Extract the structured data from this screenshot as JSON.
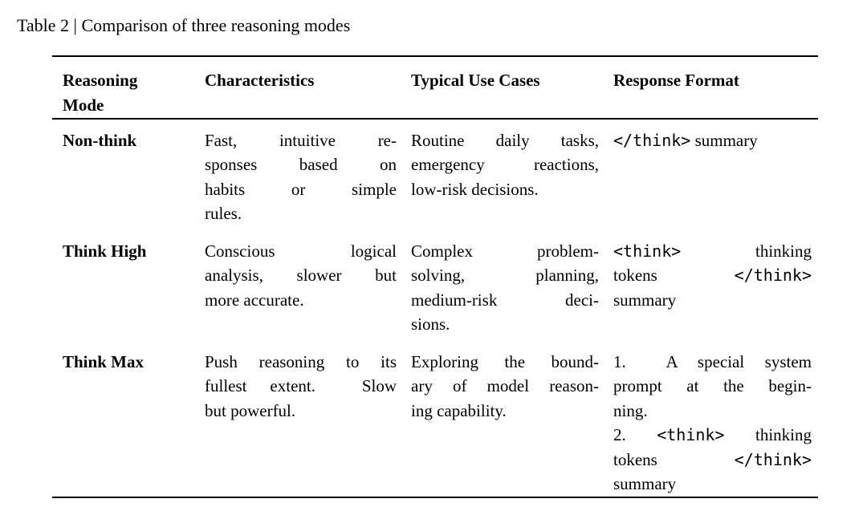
{
  "page": {
    "background_color": "#ffffff",
    "text_color": "#000000",
    "rule_color": "#000000"
  },
  "caption": {
    "text": "Table 2 | Comparison of three reasoning modes"
  },
  "table": {
    "columns": [
      {
        "id": "reasoning-mode",
        "label": "Reasoning Mode",
        "lines": [
          "Reasoning",
          "Mode"
        ]
      },
      {
        "id": "characteristics",
        "label": "Characteristics",
        "lines": [
          "Characteristics"
        ]
      },
      {
        "id": "typical-use-cases",
        "label": "Typical Use Cases",
        "lines": [
          "Typical Use Cases"
        ]
      },
      {
        "id": "response-format",
        "label": "Response Format",
        "lines": [
          "Response Format"
        ]
      }
    ],
    "rows": [
      {
        "mode": "Non-think",
        "characteristics_text": "Fast, intuitive responses based on habits or simple rules.",
        "characteristics": [
          {
            "j": 1,
            "t": "Fast, intuitive re-"
          },
          {
            "j": 1,
            "t": "sponses based on"
          },
          {
            "j": 1,
            "t": "habits or simple"
          },
          {
            "t": "rules."
          }
        ],
        "use_cases_text": "Routine daily tasks, emergency reactions, low-risk decisions.",
        "use_cases": [
          {
            "j": 1,
            "t": "Routine daily tasks,"
          },
          {
            "j": 1,
            "t": "emergency reactions,"
          },
          {
            "t": "low-risk decisions."
          }
        ],
        "response_format_text": "</think> summary",
        "response_format": [
          {
            "segs": [
              {
                "m": 1,
                "t": "</think>"
              },
              {
                "t": " summary"
              }
            ]
          }
        ]
      },
      {
        "mode": "Think High",
        "characteristics_text": "Conscious logical analysis, slower but more accurate.",
        "characteristics": [
          {
            "j": 1,
            "t": "Conscious logical"
          },
          {
            "j": 1,
            "t": "analysis, slower but"
          },
          {
            "t": "more accurate."
          }
        ],
        "use_cases_text": "Complex problem-solving, planning, medium-risk decisions.",
        "use_cases": [
          {
            "j": 1,
            "t": "Complex problem-"
          },
          {
            "j": 1,
            "t": "solving, planning,"
          },
          {
            "j": 1,
            "t": "medium-risk deci-"
          },
          {
            "t": "sions."
          }
        ],
        "response_format_text": "<think> thinking tokens </think> summary",
        "response_format": [
          {
            "j": 1,
            "segs": [
              {
                "m": 1,
                "t": "<think>"
              },
              {
                "t": " thinking"
              }
            ]
          },
          {
            "j": 1,
            "segs": [
              {
                "t": "tokens "
              },
              {
                "m": 1,
                "t": "</think>"
              }
            ]
          },
          {
            "segs": [
              {
                "t": "summary"
              }
            ]
          }
        ]
      },
      {
        "mode": "Think Max",
        "characteristics_text": "Push reasoning to its fullest extent. Slow but powerful.",
        "characteristics": [
          {
            "j": 1,
            "t": "Push reasoning to its"
          },
          {
            "j": 1,
            "t": "fullest extent.  Slow"
          },
          {
            "t": "but powerful."
          }
        ],
        "use_cases_text": "Exploring the boundary of model reasoning capability.",
        "use_cases": [
          {
            "j": 1,
            "t": "Exploring the bound-"
          },
          {
            "j": 1,
            "t": "ary of model reason-"
          },
          {
            "t": "ing capability."
          }
        ],
        "response_format_text": "1. A special system prompt at the beginning. 2. <think> thinking tokens </think> summary",
        "response_format": [
          {
            "j": 1,
            "segs": [
              {
                "t": "1.  A special system"
              }
            ]
          },
          {
            "j": 1,
            "segs": [
              {
                "t": "prompt at the begin-"
              }
            ]
          },
          {
            "segs": [
              {
                "t": "ning."
              }
            ]
          },
          {
            "j": 1,
            "segs": [
              {
                "t": "2. "
              },
              {
                "m": 1,
                "t": "<think>"
              },
              {
                "t": " thinking"
              }
            ]
          },
          {
            "j": 1,
            "segs": [
              {
                "t": "tokens "
              },
              {
                "m": 1,
                "t": "</think>"
              }
            ]
          },
          {
            "segs": [
              {
                "t": "summary"
              }
            ]
          }
        ]
      }
    ]
  }
}
